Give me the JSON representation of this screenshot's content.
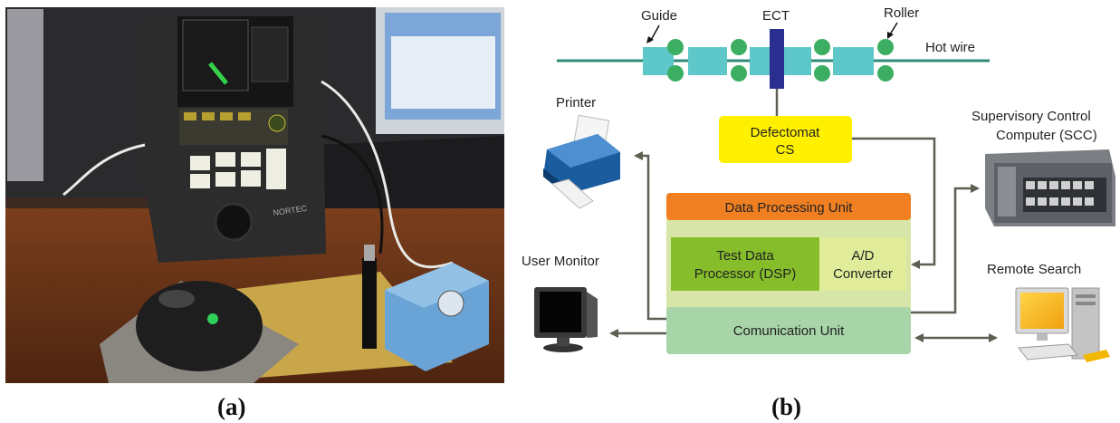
{
  "captions": {
    "left": "(a)",
    "right": "(b)"
  },
  "photo": {
    "device_brand": "NORTEC"
  },
  "diagram": {
    "guide_label": "Guide",
    "ect_label": "ECT",
    "roller_label": "Roller",
    "hot_wire_label": "Hot wire",
    "printer_label": "Printer",
    "defectomat_line1": "Defectomat",
    "defectomat_line2": "CS",
    "scc_line1": "Supervisory Control",
    "scc_line2": "Computer (SCC)",
    "dpu_title": "Data Processing Unit",
    "test_data_line1": "Test Data",
    "test_data_line2": "Processor (DSP)",
    "ad_line1": "A/D",
    "ad_line2": "Converter",
    "comm_unit": "Comunication Unit",
    "user_monitor_label": "User Monitor",
    "remote_search_label": "Remote Search",
    "colors": {
      "wire": "#2f8a78",
      "guide": "#5ec7c9",
      "roller": "#3cae62",
      "ect": "#2a2f8f",
      "defectomat": "#fff000",
      "dpu_header": "#f07f22",
      "dpu_body": "#d7e6a8",
      "test_data": "#86bd2a",
      "ad_conv": "#e1ec9a",
      "comm": "#a8d5a8",
      "arrow": "#5e5e52"
    }
  }
}
